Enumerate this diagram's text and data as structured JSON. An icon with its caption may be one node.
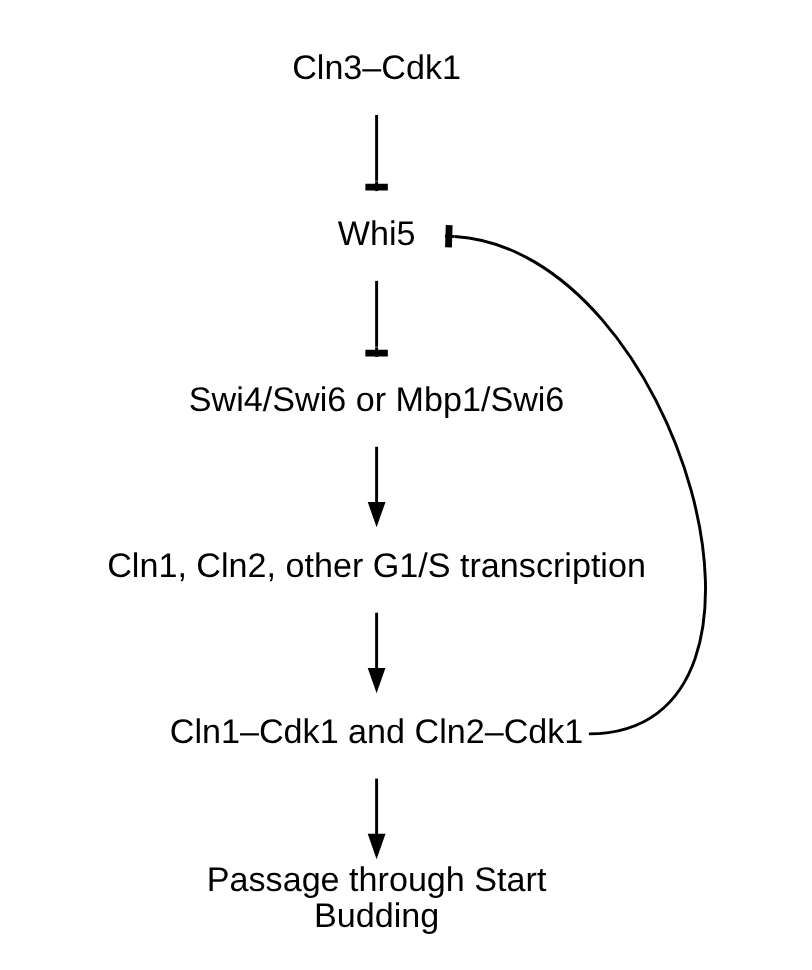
{
  "diagram": {
    "nodes": [
      {
        "text": [
          "Cln3–Cdk1"
        ]
      },
      {
        "text": [
          "Whi5"
        ]
      },
      {
        "text": [
          "Swi4/Swi6 or Mbp1/Swi6"
        ]
      },
      {
        "text": [
          "Cln1, Cln2, other G1/S transcription"
        ]
      },
      {
        "text": [
          "Cln1–Cdk1 and Cln2–Cdk1"
        ]
      },
      {
        "text": [
          "Passage through Start",
          "Budding"
        ]
      }
    ],
    "edges": [
      {
        "from": 0,
        "to": 1,
        "arrow": "other"
      },
      {
        "from": 1,
        "to": 2,
        "arrow": "other"
      },
      {
        "from": 2,
        "to": 3,
        "arrow": "to"
      },
      {
        "from": 3,
        "to": 4,
        "arrow": "to"
      },
      {
        "from": 4,
        "to": 5,
        "arrow": "to"
      },
      {
        "from": 4,
        "to": 1,
        "arrow": "other"
      }
    ]
  }
}
